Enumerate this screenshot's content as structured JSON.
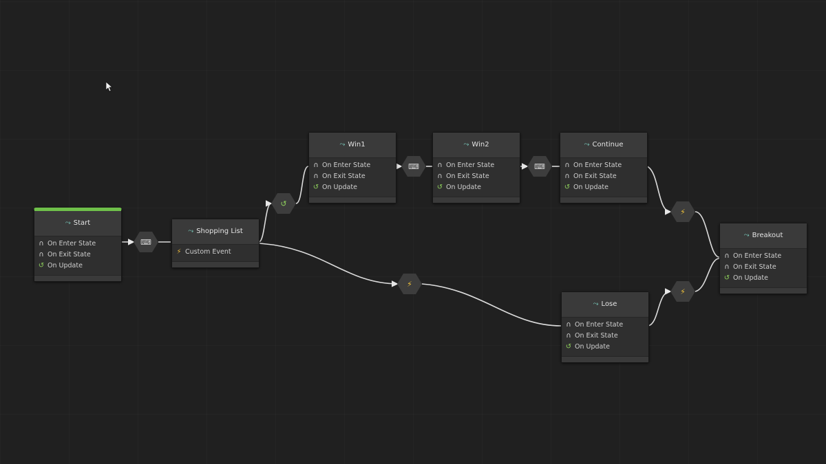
{
  "graph": {
    "nodes": [
      {
        "id": "start",
        "title": "Start",
        "active": true,
        "rows": [
          {
            "type": "enter",
            "label": "On Enter State"
          },
          {
            "type": "exit",
            "label": "On Exit State"
          },
          {
            "type": "update",
            "label": "On Update"
          }
        ]
      },
      {
        "id": "shopping",
        "title": "Shopping List",
        "active": false,
        "rows": [
          {
            "type": "event",
            "label": "Custom Event"
          }
        ]
      },
      {
        "id": "win1",
        "title": "Win1",
        "active": false,
        "rows": [
          {
            "type": "enter",
            "label": "On Enter State"
          },
          {
            "type": "exit",
            "label": "On Exit State"
          },
          {
            "type": "update",
            "label": "On Update"
          }
        ]
      },
      {
        "id": "win2",
        "title": "Win2",
        "active": false,
        "rows": [
          {
            "type": "enter",
            "label": "On Enter State"
          },
          {
            "type": "exit",
            "label": "On Exit State"
          },
          {
            "type": "update",
            "label": "On Update"
          }
        ]
      },
      {
        "id": "continue",
        "title": "Continue",
        "active": false,
        "rows": [
          {
            "type": "enter",
            "label": "On Enter State"
          },
          {
            "type": "exit",
            "label": "On Exit State"
          },
          {
            "type": "update",
            "label": "On Update"
          }
        ]
      },
      {
        "id": "breakout",
        "title": "Breakout",
        "active": false,
        "rows": [
          {
            "type": "enter",
            "label": "On Enter State"
          },
          {
            "type": "exit",
            "label": "On Exit State"
          },
          {
            "type": "update",
            "label": "On Update"
          }
        ]
      },
      {
        "id": "lose",
        "title": "Lose",
        "active": false,
        "rows": [
          {
            "type": "enter",
            "label": "On Enter State"
          },
          {
            "type": "exit",
            "label": "On Exit State"
          },
          {
            "type": "update",
            "label": "On Update"
          }
        ]
      }
    ],
    "transitions": [
      {
        "id": "t1",
        "kind": "keyboard",
        "icon": "keyboard-icon"
      },
      {
        "id": "t2",
        "kind": "update",
        "icon": "update-icon"
      },
      {
        "id": "t3",
        "kind": "keyboard",
        "icon": "keyboard-icon"
      },
      {
        "id": "t4",
        "kind": "keyboard",
        "icon": "keyboard-icon"
      },
      {
        "id": "t5",
        "kind": "event",
        "icon": "lightning-icon"
      },
      {
        "id": "t6",
        "kind": "event",
        "icon": "lightning-icon"
      },
      {
        "id": "t7",
        "kind": "event",
        "icon": "lightning-icon"
      }
    ],
    "colors": {
      "active": "#6fc04a",
      "wire": "#e6e6e6",
      "update": "#8fd15c",
      "event": "#f0c23a",
      "state_icon": "#7fd6c6"
    }
  }
}
